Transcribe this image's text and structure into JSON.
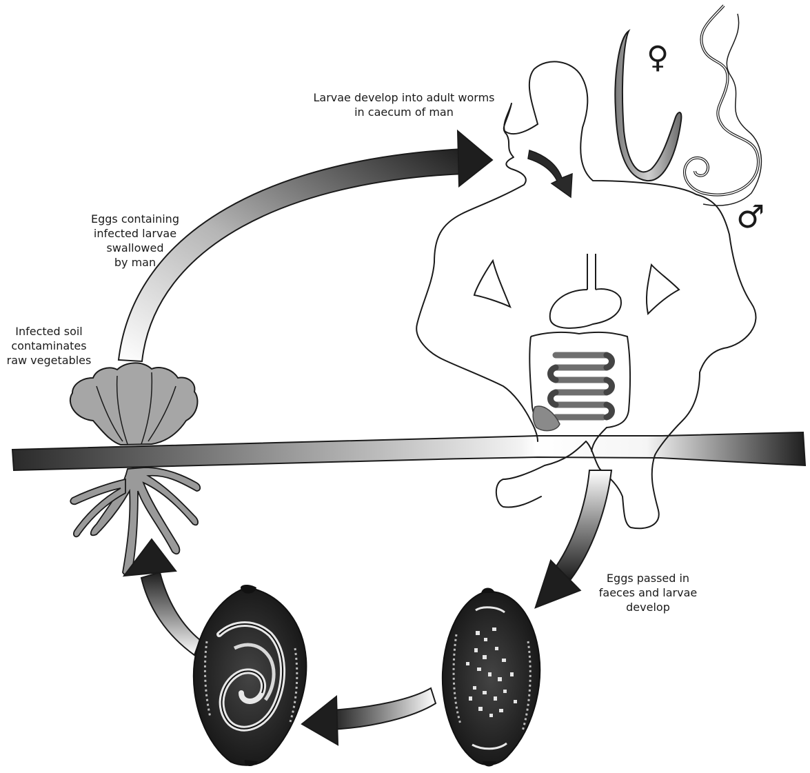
{
  "labels": {
    "adult_worms": "Larvae develop into adult worms\nin caecum of man",
    "swallowed": "Eggs containing\ninfected larvae\nswallowed\nby man",
    "soil": "Infected soil\ncontaminates\nraw vegetables",
    "faeces": "Eggs passed in\nfaeces and larvae\ndevelop"
  },
  "symbols": {
    "female": "♀",
    "male": "♂"
  },
  "colors": {
    "ink": "#1a1a1a",
    "dark_gray": "#3a3a3a",
    "mid_gray": "#8c8c8c",
    "light_gray": "#dcdcdc",
    "egg_fill": "#222222"
  }
}
